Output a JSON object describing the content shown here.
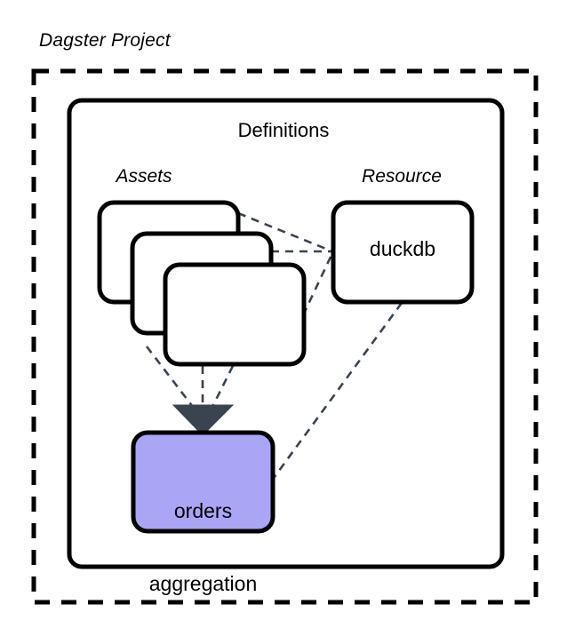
{
  "diagram": {
    "type": "architecture-diagram",
    "background": "#ffffff",
    "outer_container": {
      "label": "Dagster Project",
      "border_style": "dashed",
      "border_color": "#000000"
    },
    "inner_container": {
      "label": "Definitions",
      "border_style": "solid",
      "border_color": "#000000"
    },
    "groups": [
      {
        "name": "assets-group",
        "label": "Assets",
        "style": "italic"
      },
      {
        "name": "resource-group",
        "label": "Resource",
        "style": "italic"
      }
    ],
    "nodes": [
      {
        "name": "asset-stack-card-1",
        "label": "",
        "fill": "#ffffff",
        "stroke": "#000000"
      },
      {
        "name": "asset-stack-card-2",
        "label": "",
        "fill": "#ffffff",
        "stroke": "#000000"
      },
      {
        "name": "asset-stack-card-3",
        "label": "",
        "fill": "#ffffff",
        "stroke": "#000000"
      },
      {
        "name": "duckdb-resource-node",
        "label": "duckdb",
        "fill": "#ffffff",
        "stroke": "#000000"
      },
      {
        "name": "orders-aggregation-asset-node",
        "label": "orders\naggregation",
        "label_line_1": "orders",
        "label_line_2": "aggregation",
        "fill": "#aaa5f5",
        "stroke": "#000000"
      }
    ],
    "edges": [
      {
        "from": "asset-stack-card-1",
        "to": "duckdb-resource-node",
        "style": "dashed"
      },
      {
        "from": "asset-stack-card-2",
        "to": "duckdb-resource-node",
        "style": "dashed"
      },
      {
        "from": "asset-stack-card-3",
        "to": "duckdb-resource-node",
        "style": "dashed"
      },
      {
        "from": "asset-stack-card-1",
        "to": "orders-aggregation-asset-node",
        "style": "dashed",
        "arrow": true
      },
      {
        "from": "asset-stack-card-2",
        "to": "orders-aggregation-asset-node",
        "style": "dashed",
        "arrow": true
      },
      {
        "from": "asset-stack-card-3",
        "to": "orders-aggregation-asset-node",
        "style": "dashed",
        "arrow": true
      },
      {
        "from": "duckdb-resource-node",
        "to": "orders-aggregation-asset-node",
        "style": "dashed"
      }
    ],
    "colors": {
      "edge": "#3a4450",
      "arrowhead": "#3a4450",
      "highlight_fill": "#aaa5f5",
      "outline": "#000000"
    }
  }
}
